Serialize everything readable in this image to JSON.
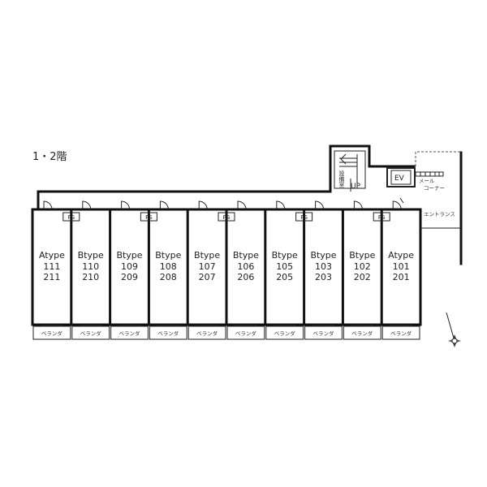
{
  "floor_label": "1・2階",
  "units": [
    {
      "type": "Atype",
      "rooms": [
        "111",
        "211"
      ]
    },
    {
      "type": "Btype",
      "rooms": [
        "110",
        "210"
      ]
    },
    {
      "type": "Btype",
      "rooms": [
        "109",
        "209"
      ]
    },
    {
      "type": "Btype",
      "rooms": [
        "108",
        "208"
      ]
    },
    {
      "type": "Btype",
      "rooms": [
        "107",
        "207"
      ]
    },
    {
      "type": "Btype",
      "rooms": [
        "106",
        "206"
      ]
    },
    {
      "type": "Btype",
      "rooms": [
        "105",
        "205"
      ]
    },
    {
      "type": "Btype",
      "rooms": [
        "103",
        "203"
      ]
    },
    {
      "type": "Btype",
      "rooms": [
        "102",
        "202"
      ]
    },
    {
      "type": "Atype",
      "rooms": [
        "101",
        "201"
      ]
    }
  ],
  "balcony_label": "ベランダ",
  "ps_label": "PS",
  "ps_units": [
    1,
    3,
    5,
    7,
    9
  ],
  "ev_label": "EV",
  "stair_room_label": "設備室",
  "up_label": "UP",
  "mail_label_1": "メール",
  "mail_label_2": "コーナー",
  "entrance_label": "エントランス",
  "colors": {
    "wall": "#111111",
    "text": "#222222",
    "background": "#ffffff"
  }
}
